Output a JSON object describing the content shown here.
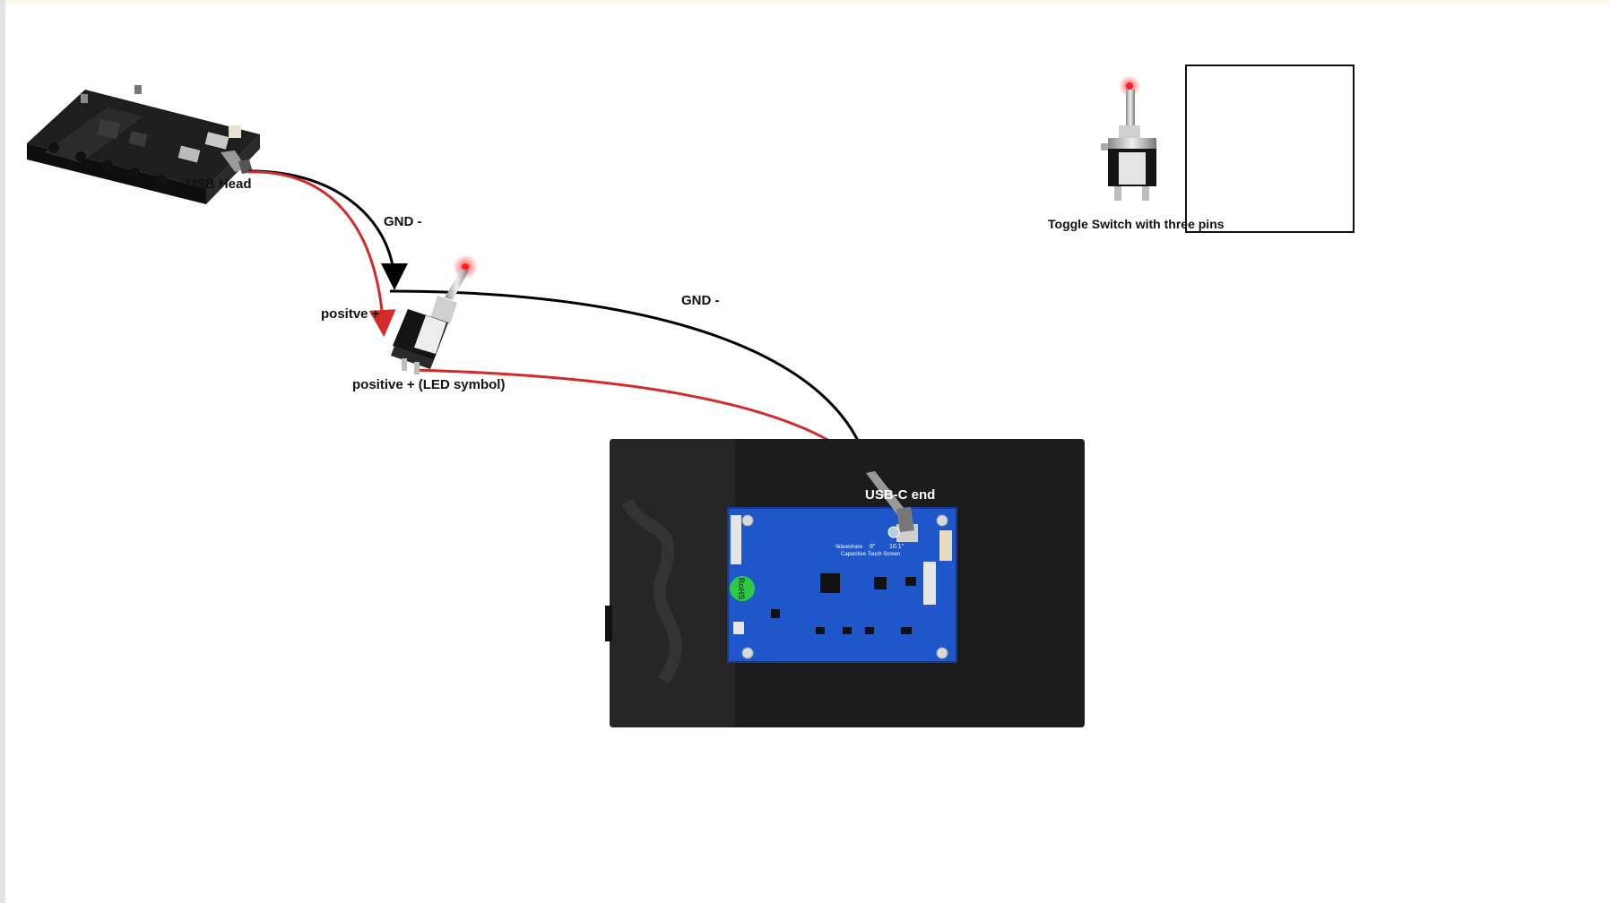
{
  "labels": {
    "usb_head": "USB Head",
    "gnd_upper": "GND -",
    "gnd_lower": "GND -",
    "positive": "positve +",
    "positive_led": "positive + (LED symbol)",
    "usb_c_end": "USB-C end",
    "legend_caption": "Toggle Switch with three pins"
  },
  "display_board": {
    "rohs_badge": "RoHS",
    "brand": "Waveshare",
    "size_a": "8\"",
    "size_b": "10.1\"",
    "board_text": "Capacitive Touch Screen"
  },
  "colors": {
    "positive_wire": "#d42a2a",
    "ground_wire": "#000000",
    "pcb_blue": "#1f56c9",
    "case_black": "#1c1c1c",
    "led_red": "#ff2020"
  },
  "icons": {
    "controller_board": "pcb-board-icon",
    "toggle_switch": "toggle-switch-icon",
    "display": "touch-display-icon"
  }
}
